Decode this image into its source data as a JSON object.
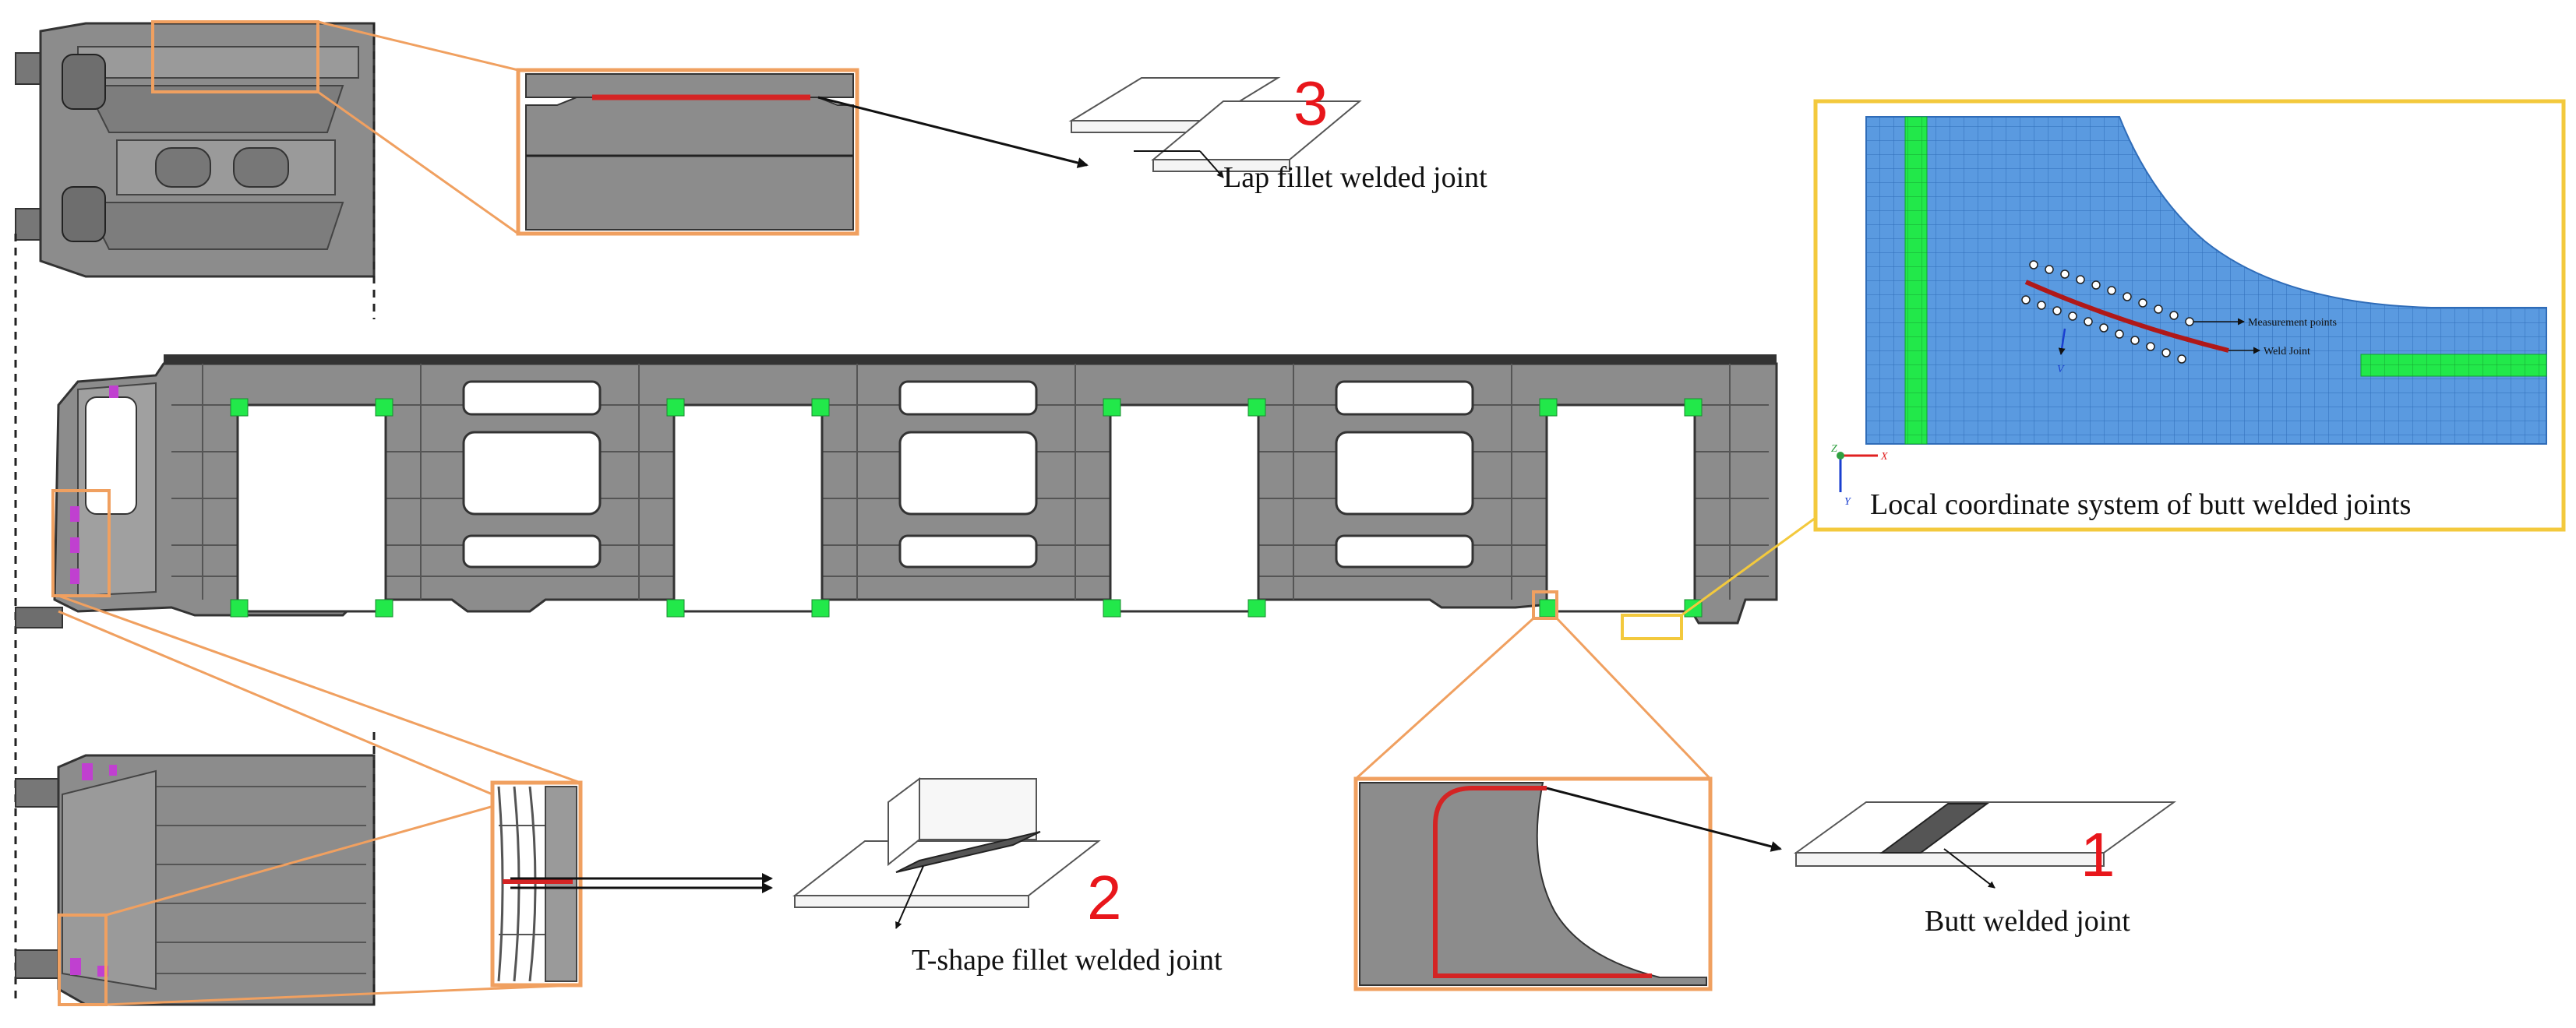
{
  "joints": {
    "butt": {
      "number": "1",
      "label": "Butt welded joint"
    },
    "tshape": {
      "number": "2",
      "label": "T-shape fillet welded joint"
    },
    "lap": {
      "number": "3",
      "label": "Lap fillet welded joint"
    }
  },
  "mesh_detail": {
    "caption": "Local coordinate system of butt welded joints",
    "measurement_label": "Measurement points",
    "weld_label": "Weld Joint",
    "axis_x": "X",
    "axis_y": "Y",
    "axis_z": "Z",
    "axis_v": "V"
  },
  "colors": {
    "frame_gray": "#8c8c8c",
    "frame_dark": "#6e6e6e",
    "callout_orange": "#f0a060",
    "detail_border_yellow": "#f3c93d",
    "mesh_blue": "#5a9ae0",
    "weld_green": "#22e84a",
    "weld_red": "#d42424",
    "number_red": "#e8161b"
  }
}
